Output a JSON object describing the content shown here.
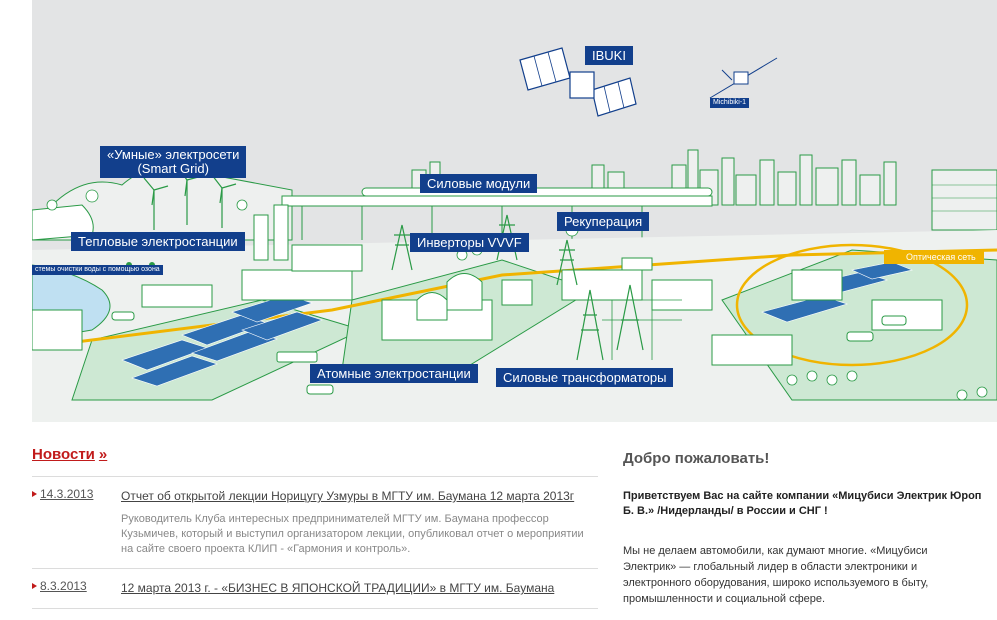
{
  "hero": {
    "labels": {
      "ibuki": "IBUKI",
      "smart_grid_1": "«Умные» электросети",
      "smart_grid_2": "(Smart Grid)",
      "thermal": "Тепловые электростанции",
      "water": "стемы очистки воды с помощью озона",
      "power_modules": "Силовые модули",
      "inverters": "Инверторы VVVF",
      "recuperation": "Рекуперация",
      "nuclear": "Атомные электростанции",
      "transformers": "Силовые трансформаторы",
      "optical": "Оптическая сеть",
      "sat2": "Michibiki-1"
    },
    "colors": {
      "background": "#e3e4e5",
      "line": "#2a9a46",
      "fill_green": "#cde8d3",
      "label_blue": "#123f8c",
      "solar": "#2f6fb3",
      "optic": "#f0b400"
    }
  },
  "news": {
    "title": "Новости",
    "arrow": "»",
    "items": [
      {
        "date": "14.3.2013",
        "headline": "Отчет об открытой лекции Норицугу Узмуры в МГТУ им. Баумана 12 марта 2013г",
        "summary": "Руководитель Клуба интересных предпринимателей МГТУ им. Баумана профессор Кузьмичев, который и выступил организатором лекции, опубликовал отчет о мероприятии на сайте своего проекта КЛИП - «Гармония и контроль»."
      },
      {
        "date": "8.3.2013",
        "headline": "12 марта 2013 г. - «БИЗНЕС В ЯПОНСКОЙ ТРАДИЦИИ» в МГТУ им. Баумана",
        "summary": ""
      }
    ]
  },
  "welcome": {
    "title": "Добро пожаловать!",
    "lead": "Приветствуем Вас на сайте компании «Мицубиси Электрик Юроп Б. В.» /Нидерланды/ в России и СНГ !",
    "body": "Мы не делаем автомобили, как думают многие. «Мицубиси Электрик» — глобальный лидер в области электроники и электронного оборудования, широко используемого в быту, промышленности и социальной сфере."
  }
}
